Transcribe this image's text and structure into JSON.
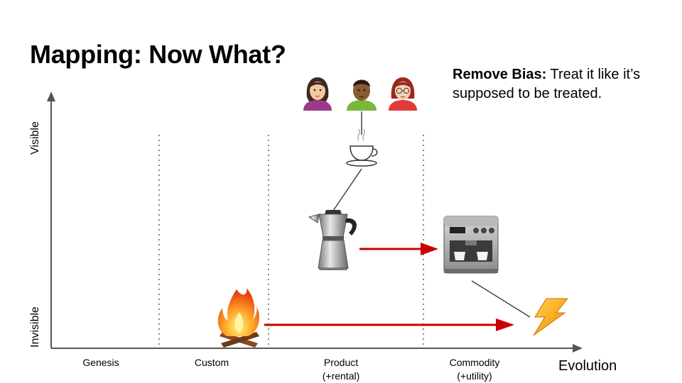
{
  "slide": {
    "title": "Mapping: Now What?",
    "note": {
      "bold": "Remove Bias:",
      "rest": " Treat it like it’s supposed to be treated."
    }
  },
  "axes": {
    "y_top_label": "Visible",
    "y_bottom_label": "Invisible",
    "x_label": "Evolution"
  },
  "stages": [
    {
      "label": "Genesis"
    },
    {
      "label": "Custom"
    },
    {
      "label": "Product\n(+rental)"
    },
    {
      "label": "Commodity\n(+utility)"
    }
  ],
  "components": [
    {
      "name": "users",
      "icon": "users-icon"
    },
    {
      "name": "cup of tea",
      "icon": "tea-cup-icon"
    },
    {
      "name": "kettle",
      "icon": "moka-pot-icon"
    },
    {
      "name": "coffee machine",
      "icon": "coffee-machine-icon"
    },
    {
      "name": "fire",
      "icon": "campfire-icon"
    },
    {
      "name": "electricity",
      "icon": "lightning-icon"
    }
  ],
  "colors": {
    "arrow": "#cc0000",
    "axis": "#555555",
    "divider": "#888888"
  }
}
